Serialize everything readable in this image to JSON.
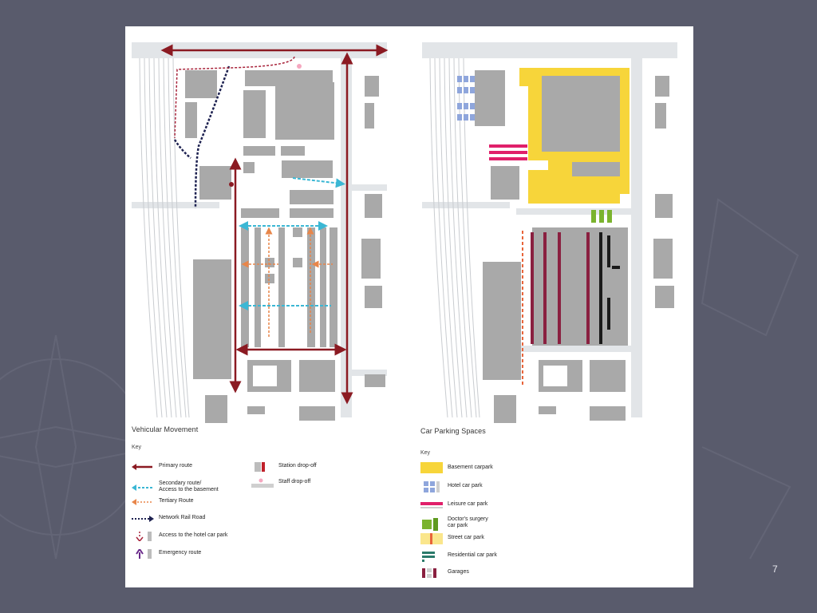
{
  "slide": {
    "page_number": "7",
    "background_color": "#595b6c"
  },
  "left_plan": {
    "caption": "Vehicular Movement",
    "key_title": "Key",
    "key": [
      {
        "label": "Primary route",
        "icon": "dark-red-arrow"
      },
      {
        "label": "Secondary route/\nAccess to the basement",
        "icon": "cyan-dashed-arrow"
      },
      {
        "label": "Tertiary Route",
        "icon": "orange-dotted-arrow"
      },
      {
        "label": "Network Rail Road",
        "icon": "navy-dotted-arrow"
      },
      {
        "label": "Access to the hotel car park",
        "icon": "red-dotted-arrow"
      },
      {
        "label": "Emergency route",
        "icon": "purple-arrow"
      },
      {
        "label": "Station drop-off",
        "icon": "red-marker"
      },
      {
        "label": "Staff drop-off",
        "icon": "pink-marker"
      }
    ]
  },
  "right_plan": {
    "caption": "Car Parking Spaces",
    "key_title": "Key",
    "key": [
      {
        "label": "Basement carpark",
        "color": "#f7d53a"
      },
      {
        "label": "Hotel car park",
        "color": "#8fa6dc"
      },
      {
        "label": "Leisure car park",
        "color": "#e0206a"
      },
      {
        "label": "Doctor's surgery\ncar park",
        "color": "#7bb32e"
      },
      {
        "label": "Street car park",
        "color": "#f7d53a"
      },
      {
        "label": "Residential car park",
        "color": "#2a7a6a"
      },
      {
        "label": "Garages",
        "color": "#8a2040"
      }
    ]
  }
}
